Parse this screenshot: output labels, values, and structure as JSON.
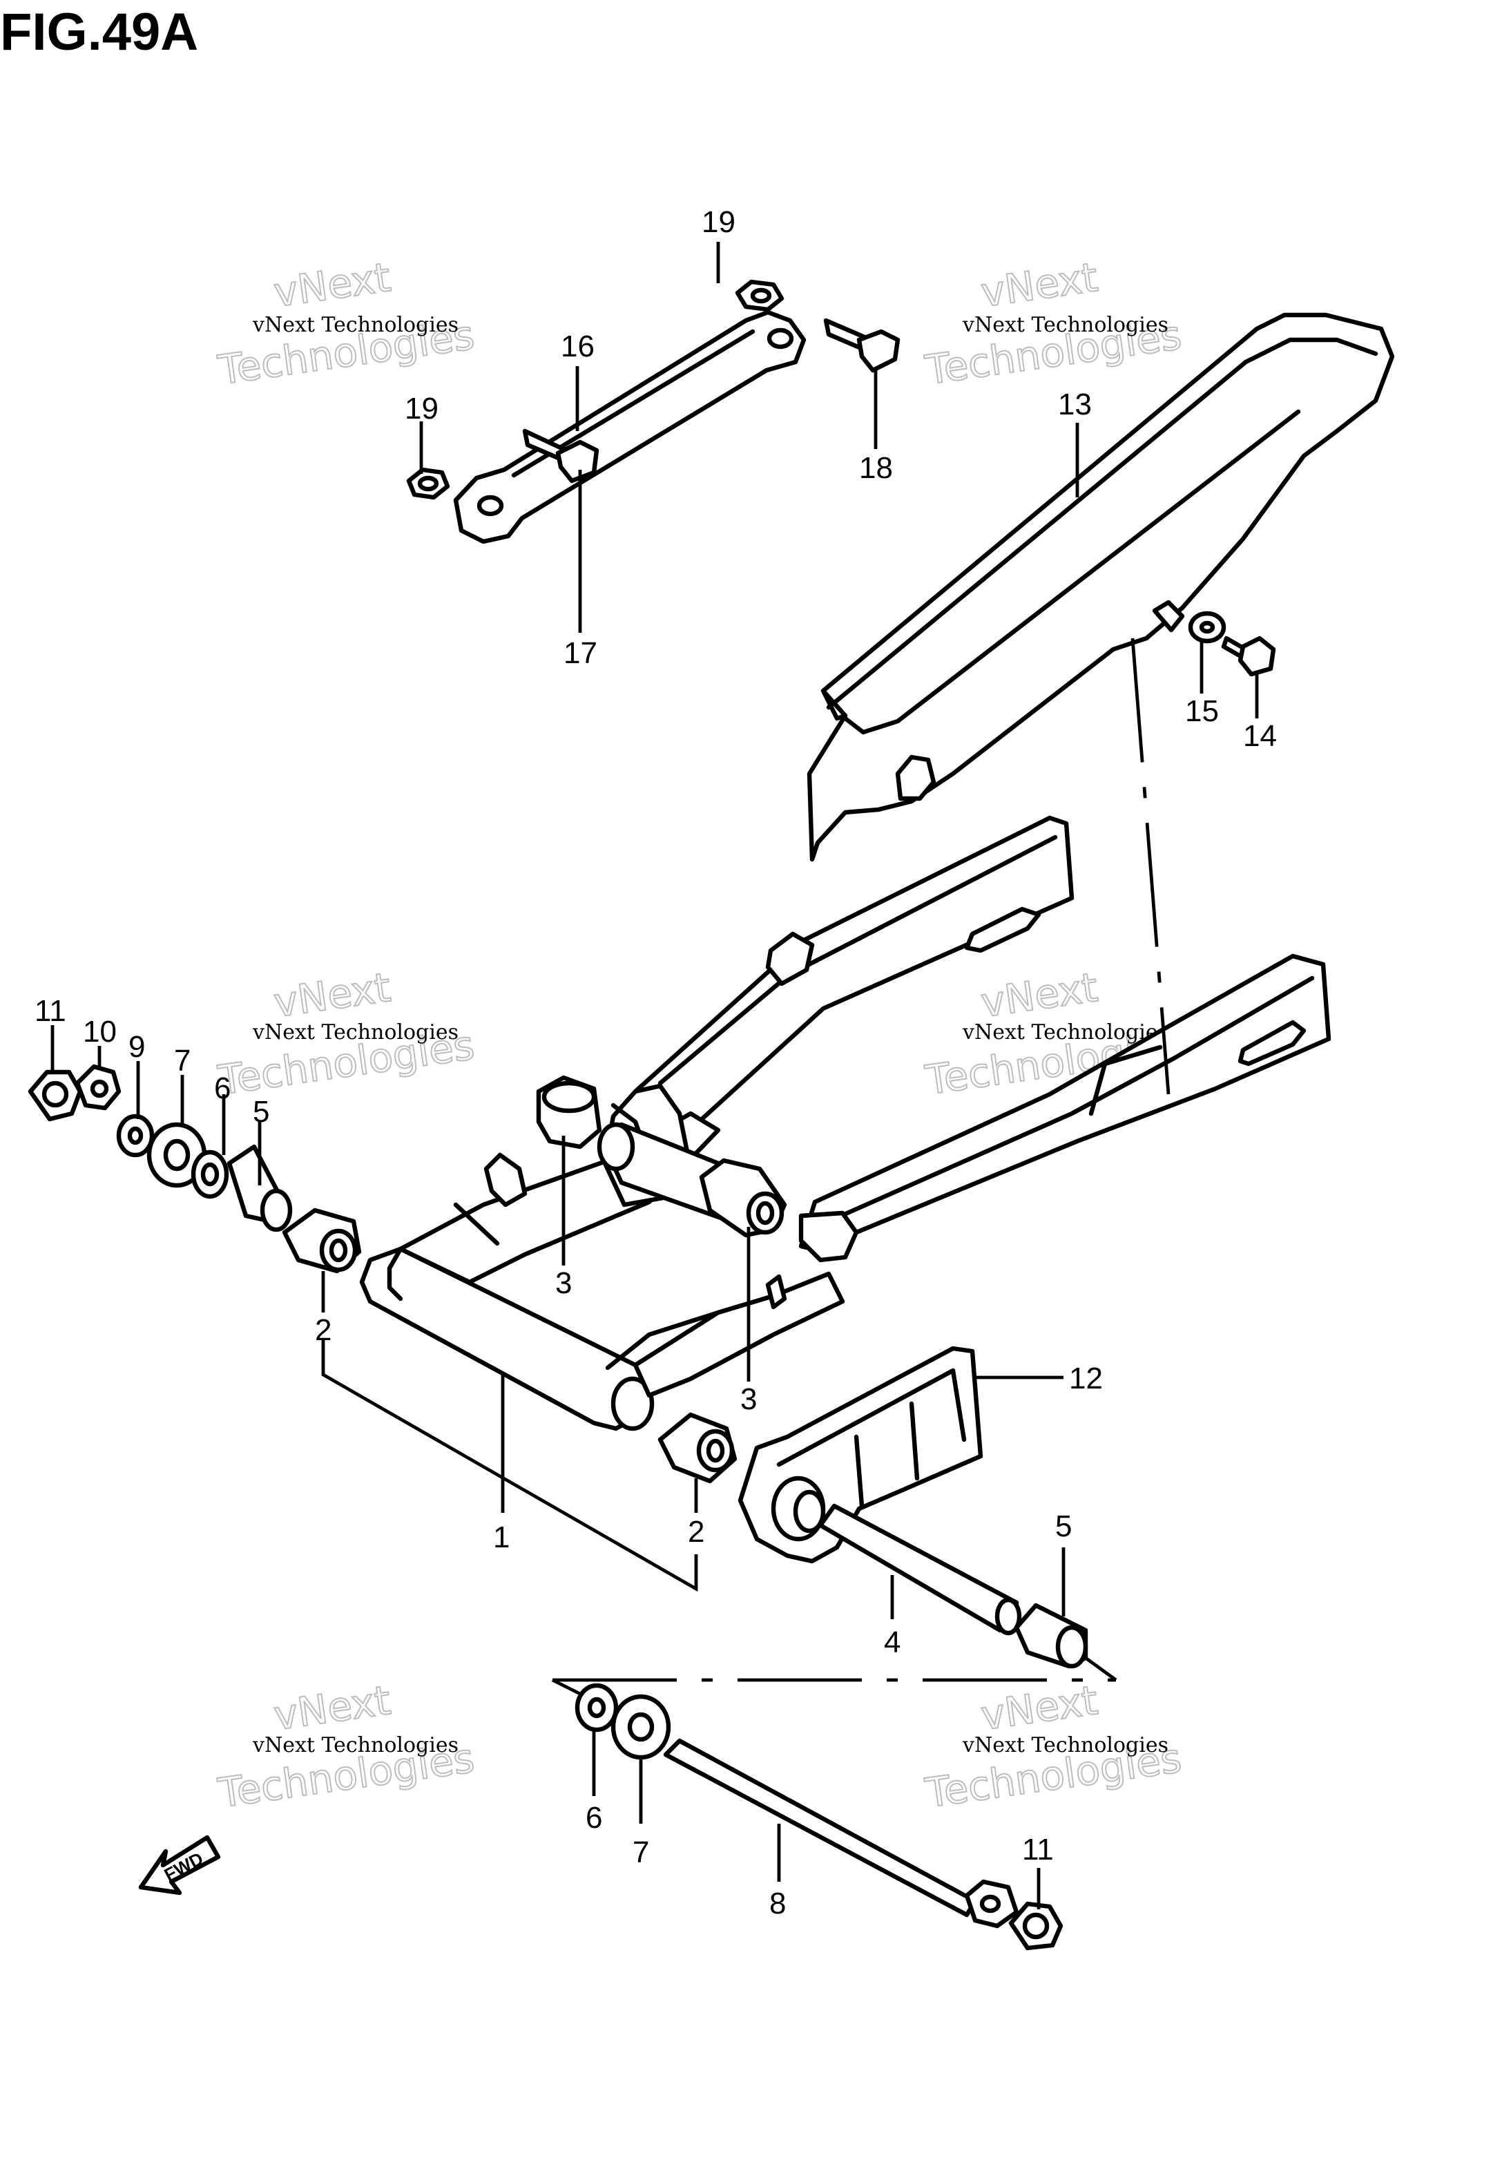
{
  "figure": {
    "title": "FIG.49A"
  },
  "watermark": {
    "line1": "vNext Technologies",
    "line2": "vNext",
    "line3": "Technologies"
  },
  "callouts": [
    {
      "id": "c19a",
      "text": "19"
    },
    {
      "id": "c16",
      "text": "16"
    },
    {
      "id": "c19b",
      "text": "19"
    },
    {
      "id": "c18",
      "text": "18"
    },
    {
      "id": "c17",
      "text": "17"
    },
    {
      "id": "c13",
      "text": "13"
    },
    {
      "id": "c15",
      "text": "15"
    },
    {
      "id": "c14",
      "text": "14"
    },
    {
      "id": "c11a",
      "text": "11"
    },
    {
      "id": "c10",
      "text": "10"
    },
    {
      "id": "c9",
      "text": "9"
    },
    {
      "id": "c7a",
      "text": "7"
    },
    {
      "id": "c6a",
      "text": "6"
    },
    {
      "id": "c5a",
      "text": "5"
    },
    {
      "id": "c3a",
      "text": "3"
    },
    {
      "id": "c3b",
      "text": "3"
    },
    {
      "id": "c2a",
      "text": "2"
    },
    {
      "id": "c12",
      "text": "12"
    },
    {
      "id": "c1",
      "text": "1"
    },
    {
      "id": "c2b",
      "text": "2"
    },
    {
      "id": "c5b",
      "text": "5"
    },
    {
      "id": "c4",
      "text": "4"
    },
    {
      "id": "c6b",
      "text": "6"
    },
    {
      "id": "c7b",
      "text": "7"
    },
    {
      "id": "c8",
      "text": "8"
    },
    {
      "id": "c11b",
      "text": "11"
    }
  ],
  "fwd_label": "FWD"
}
